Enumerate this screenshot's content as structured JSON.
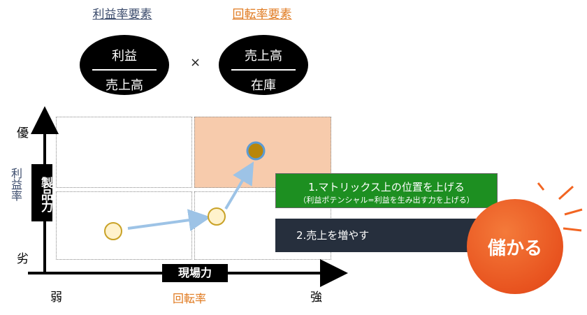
{
  "headers": {
    "profit_factor": "利益率要素",
    "turnover_factor": "回転率要素",
    "profit_color": "#3a4a6b",
    "turnover_color": "#e07a20"
  },
  "formula": {
    "left_numerator": "利益",
    "left_denominator": "売上高",
    "operator": "×",
    "right_numerator": "売上高",
    "right_denominator": "在庫"
  },
  "matrix": {
    "y_top": "優",
    "y_bottom": "劣",
    "y_axis_box": "製品力",
    "y_axis_label": "利益率",
    "x_left": "弱",
    "x_right": "強",
    "x_axis_box": "現場力",
    "x_axis_label": "回転率",
    "highlight_color": "#f7cbac"
  },
  "callouts": {
    "step1_title": "1.マトリックス上の位置を上げる",
    "step1_sub": "（利益ポテンシャル=利益を生み出す力を上げる）",
    "step2": "2.売上を増やす",
    "result": "儲かる"
  }
}
